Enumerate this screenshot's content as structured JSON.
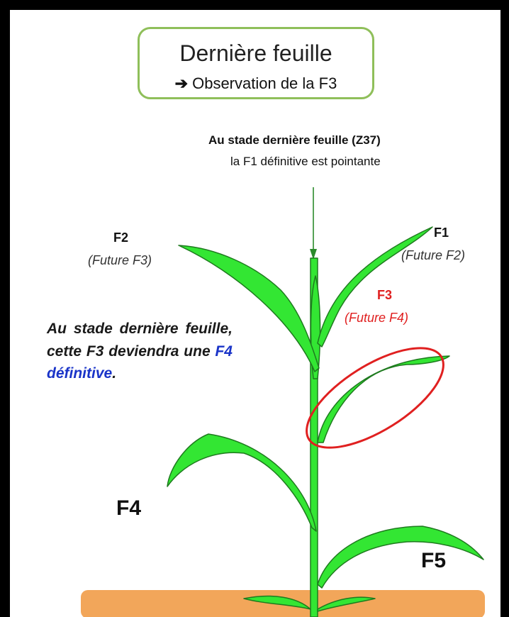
{
  "title": {
    "main": "Dernière feuille",
    "sub_arrow": "➔",
    "sub": "Observation de la F3"
  },
  "stage_note": {
    "line1": "Au stade dernière feuille (Z37)",
    "line2": "la F1 définitive est pointante"
  },
  "leaves": {
    "f1": {
      "name": "F1",
      "future": "(Future F2)"
    },
    "f2": {
      "name": "F2",
      "future": "(Future F3)"
    },
    "f3": {
      "name": "F3",
      "future": "(Future F4)"
    },
    "f4": {
      "name": "F4"
    },
    "f5": {
      "name": "F5"
    }
  },
  "note": {
    "part1": "Au stade dernière feuille, cette F3 deviendra une ",
    "highlight": "F4 définitive",
    "part2": "."
  },
  "colors": {
    "leaf": "#33e633",
    "leaf_outline": "#1e7a1e",
    "highlight_ellipse": "#e02020",
    "f3_label": "#e02020",
    "title_border": "#8fbf5a",
    "note_highlight": "#1a34c8",
    "bottom_bar": "#f2a65a"
  }
}
